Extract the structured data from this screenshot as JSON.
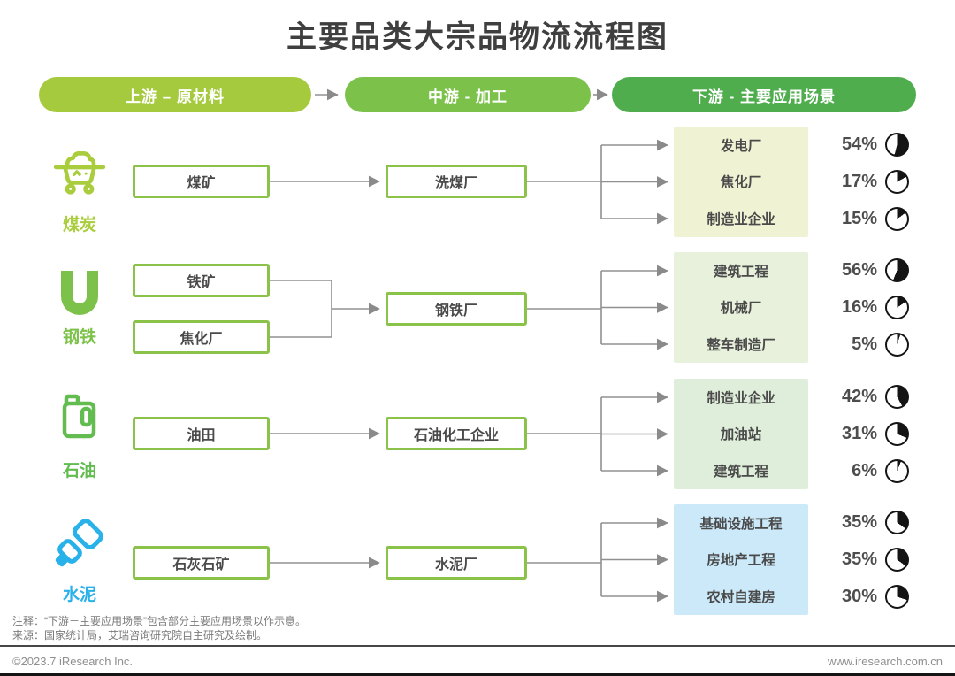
{
  "title": "主要品类大宗品物流流程图",
  "stages": [
    {
      "label": "上游 – 原材料",
      "color": "#a5ca3d"
    },
    {
      "label": "中游 - 加工",
      "color": "#7cc24a"
    },
    {
      "label": "下游 - 主要应用场景",
      "color": "#4fad4e"
    }
  ],
  "rows": [
    {
      "category": "煤炭",
      "icon": "coal-cart-icon",
      "color": "#a9cd3c",
      "panel_bg": "#f0f3d3",
      "upstream": [
        "煤矿"
      ],
      "midstream": "洗煤厂",
      "downstream": [
        {
          "label": "发电厂",
          "pct": "54%",
          "value": 54
        },
        {
          "label": "焦化厂",
          "pct": "17%",
          "value": 17
        },
        {
          "label": "制造业企业",
          "pct": "15%",
          "value": 15
        }
      ]
    },
    {
      "category": "钢铁",
      "icon": "u-steel-icon",
      "color": "#7cc24a",
      "panel_bg": "#e7f1db",
      "upstream": [
        "铁矿",
        "焦化厂"
      ],
      "midstream": "钢铁厂",
      "downstream": [
        {
          "label": "建筑工程",
          "pct": "56%",
          "value": 56
        },
        {
          "label": "机械厂",
          "pct": "16%",
          "value": 16
        },
        {
          "label": "整车制造厂",
          "pct": "5%",
          "value": 5
        }
      ]
    },
    {
      "category": "石油",
      "icon": "oil-can-icon",
      "color": "#62bc4f",
      "panel_bg": "#dfeeda",
      "upstream": [
        "油田"
      ],
      "midstream": "石油化工企业",
      "downstream": [
        {
          "label": "制造业企业",
          "pct": "42%",
          "value": 42
        },
        {
          "label": "加油站",
          "pct": "31%",
          "value": 31
        },
        {
          "label": "建筑工程",
          "pct": "6%",
          "value": 6
        }
      ]
    },
    {
      "category": "水泥",
      "icon": "cement-blocks-icon",
      "color": "#29b1ea",
      "panel_bg": "#cbe9f8",
      "upstream": [
        "石灰石矿"
      ],
      "midstream": "水泥厂",
      "downstream": [
        {
          "label": "基础设施工程",
          "pct": "35%",
          "value": 35
        },
        {
          "label": "房地产工程",
          "pct": "35%",
          "value": 35
        },
        {
          "label": "农村自建房",
          "pct": "30%",
          "value": 30
        }
      ]
    }
  ],
  "notes": [
    "注释：“下游－主要应用场景”包含部分主要应用场景以作示意。",
    "来源：国家统计局，艾瑞咨询研究院自主研究及绘制。"
  ],
  "footer": {
    "left": "©2023.7 iResearch Inc.",
    "right": "www.iresearch.com.cn"
  }
}
